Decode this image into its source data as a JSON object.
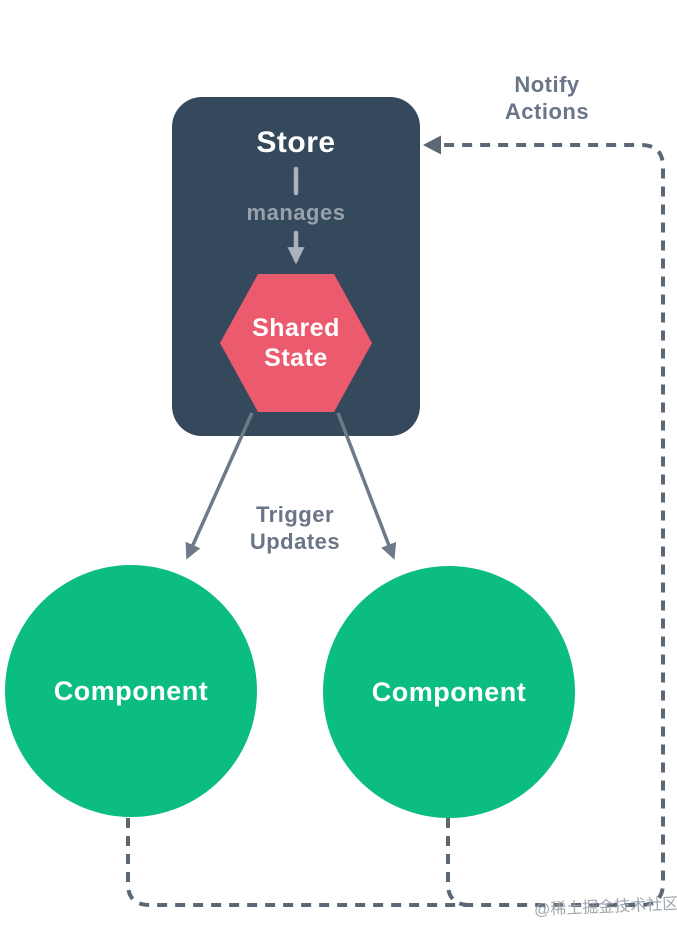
{
  "diagram": {
    "store": {
      "label": "Store",
      "manages_label": "manages"
    },
    "shared_state": {
      "line1": "Shared",
      "line2": "State"
    },
    "components": [
      {
        "label": "Component"
      },
      {
        "label": "Component"
      }
    ],
    "edges": {
      "notify": {
        "line1": "Notify",
        "line2": "Actions"
      },
      "trigger": {
        "line1": "Trigger",
        "line2": "Updates"
      }
    },
    "watermark": "@稀土掘金技术社区"
  },
  "colors": {
    "background": "#FFFFFF",
    "store_bg": "#35495C",
    "hexagon": "#EB5A6D",
    "component": "#0CBD81",
    "line_gray": "#5C6776",
    "arrow_gray": "#6E7989",
    "inner_gray": "#A9B2BD",
    "manages_gray": "#97A1AD",
    "label_gray": "#6A7587",
    "watermark_gray": "#9FA6AD",
    "white": "#FFFFFF"
  }
}
